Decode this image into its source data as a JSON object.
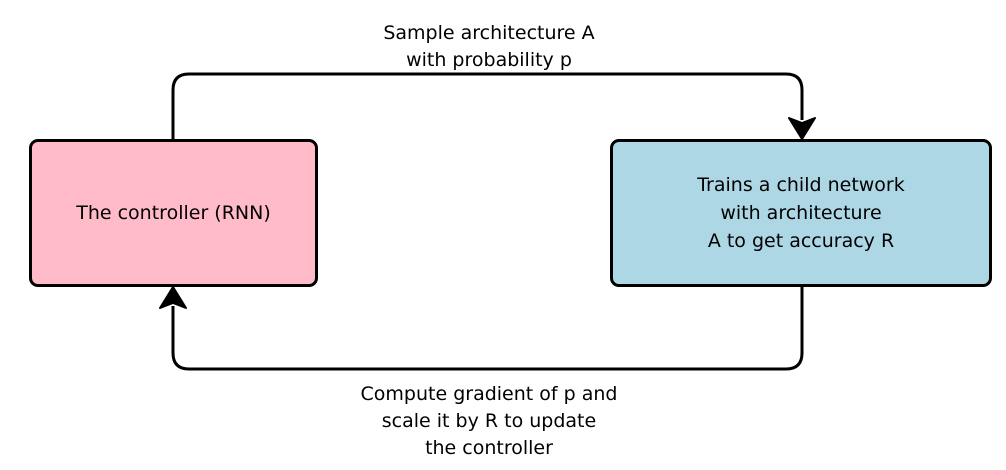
{
  "colors": {
    "controller_fill": "#ffbbc8",
    "child_fill": "#aed7e6",
    "stroke": "#000000"
  },
  "nodes": {
    "controller": {
      "lines": [
        "The controller (RNN)"
      ]
    },
    "child": {
      "lines": [
        "Trains a child network",
        "with architecture",
        "A to get accuracy R"
      ]
    }
  },
  "edges": {
    "sample": {
      "label_lines": [
        "Sample architecture A",
        "with probability p"
      ]
    },
    "update": {
      "label_lines": [
        "Compute gradient of p and",
        "scale it by R to update",
        "the controller"
      ]
    }
  }
}
